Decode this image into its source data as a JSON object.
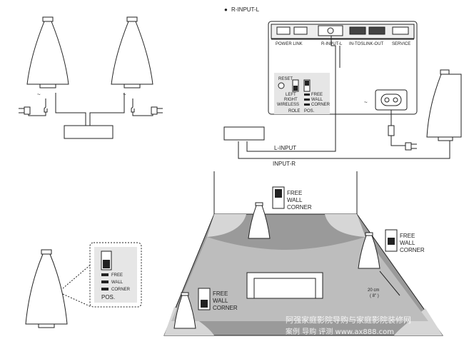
{
  "colors": {
    "line": "#222222",
    "room_floor": "#9a9a9a",
    "room_corner": "#d6d6d6",
    "panel_bg": "#e6e6e6",
    "watermark": "#ffffff"
  },
  "top_label": {
    "bullet": "●",
    "text": "R-INPUT-L"
  },
  "amp_rear_panel": {
    "ports": [
      "POWER LINK",
      "R-INPUT-L",
      "IN-TOSLINK-OUT",
      "SERVICE"
    ],
    "reset_label": "RESET",
    "role_options": [
      "LEFT",
      "RIGHT",
      "WIRELESS"
    ],
    "role_label": "ROLE",
    "pos_options": [
      "FREE",
      "WALL",
      "CORNER"
    ],
    "pos_label": "POS.",
    "ac_symbol": "~"
  },
  "cables": {
    "l_input": "L-INPUT",
    "input_r": "INPUT-R"
  },
  "left_setup": {
    "ac_symbol_left": "~",
    "ac_symbol_right": "~"
  },
  "zoom_switch": {
    "options": [
      "FREE",
      "WALL",
      "CORNER"
    ],
    "label": "POS."
  },
  "room": {
    "back_switch": [
      "FREE",
      "WALL",
      "CORNER"
    ],
    "right_switch": [
      "FREE",
      "WALL",
      "CORNER"
    ],
    "corner_switch": [
      "FREE",
      "WALL",
      "CORNER"
    ],
    "distance_cm": "20 cm",
    "distance_in": "( 8\" )"
  },
  "watermark": {
    "line1": "阿强家庭影院导购与家庭影院装修网",
    "line2": "案例  导购  评测  www.ax888.com"
  }
}
